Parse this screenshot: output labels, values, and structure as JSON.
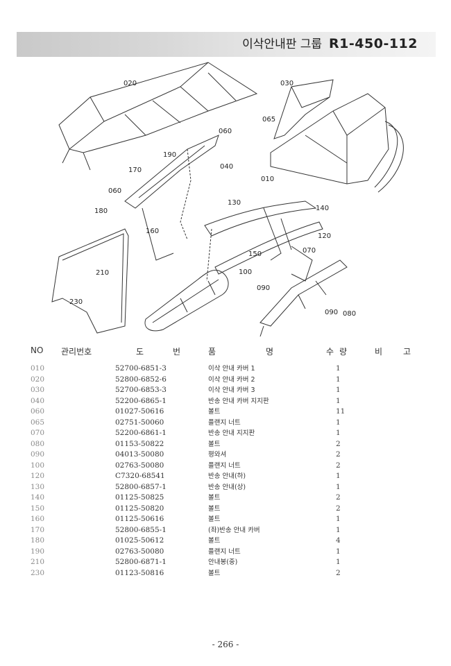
{
  "header": {
    "group_title": "이삭안내판 그룹",
    "group_code": "R1-450-112"
  },
  "diagram": {
    "callouts": [
      "020",
      "030",
      "065",
      "060",
      "190",
      "040",
      "170",
      "010",
      "060",
      "180",
      "130",
      "140",
      "120",
      "160",
      "150",
      "070",
      "210",
      "100",
      "090",
      "230",
      "090",
      "080"
    ]
  },
  "table": {
    "columns": {
      "no": "NO",
      "management": "관리번호",
      "drawing": "도번",
      "item": "품명",
      "quantity": "수량",
      "remarks": "비고"
    },
    "rows": [
      {
        "no": "010",
        "part": "52700-6851-3",
        "name": "이삭 안내 카버 1",
        "qty": "1"
      },
      {
        "no": "020",
        "part": "52800-6852-6",
        "name": "이삭 안내 카버 2",
        "qty": "1"
      },
      {
        "no": "030",
        "part": "52700-6853-3",
        "name": "이삭 안내 카버 3",
        "qty": "1"
      },
      {
        "no": "040",
        "part": "52200-6865-1",
        "name": "반송 안내 카버 지지판",
        "qty": "1"
      },
      {
        "no": "060",
        "part": "01027-50616",
        "name": "볼트",
        "qty": "11"
      },
      {
        "no": "065",
        "part": "02751-50060",
        "name": "플랜지 너트",
        "qty": "1"
      },
      {
        "no": "070",
        "part": "52200-6861-1",
        "name": "반송 안내 지지판",
        "qty": "1"
      },
      {
        "no": "080",
        "part": "01153-50822",
        "name": "볼트",
        "qty": "2"
      },
      {
        "no": "090",
        "part": "04013-50080",
        "name": "평와셔",
        "qty": "2"
      },
      {
        "no": "100",
        "part": "02763-50080",
        "name": "플랜지 너트",
        "qty": "2"
      },
      {
        "no": "120",
        "part": "C7320-68541",
        "name": "반송 안내(하)",
        "qty": "1"
      },
      {
        "no": "130",
        "part": "52800-6857-1",
        "name": "반송 안내(상)",
        "qty": "1"
      },
      {
        "no": "140",
        "part": "01125-50825",
        "name": "볼트",
        "qty": "2"
      },
      {
        "no": "150",
        "part": "01125-50820",
        "name": "볼트",
        "qty": "2"
      },
      {
        "no": "160",
        "part": "01125-50616",
        "name": "볼트",
        "qty": "1"
      },
      {
        "no": "170",
        "part": "52800-6855-1",
        "name": "(좌)반송 안내 카버",
        "qty": "1"
      },
      {
        "no": "180",
        "part": "01025-50612",
        "name": "볼트",
        "qty": "4"
      },
      {
        "no": "190",
        "part": "02763-50080",
        "name": "플랜지 너트",
        "qty": "1"
      },
      {
        "no": "210",
        "part": "52800-6871-1",
        "name": "안내봉(중)",
        "qty": "1"
      },
      {
        "no": "230",
        "part": "01123-50816",
        "name": "볼트",
        "qty": "2"
      }
    ]
  },
  "footer": {
    "page_number": "- 266 -"
  }
}
